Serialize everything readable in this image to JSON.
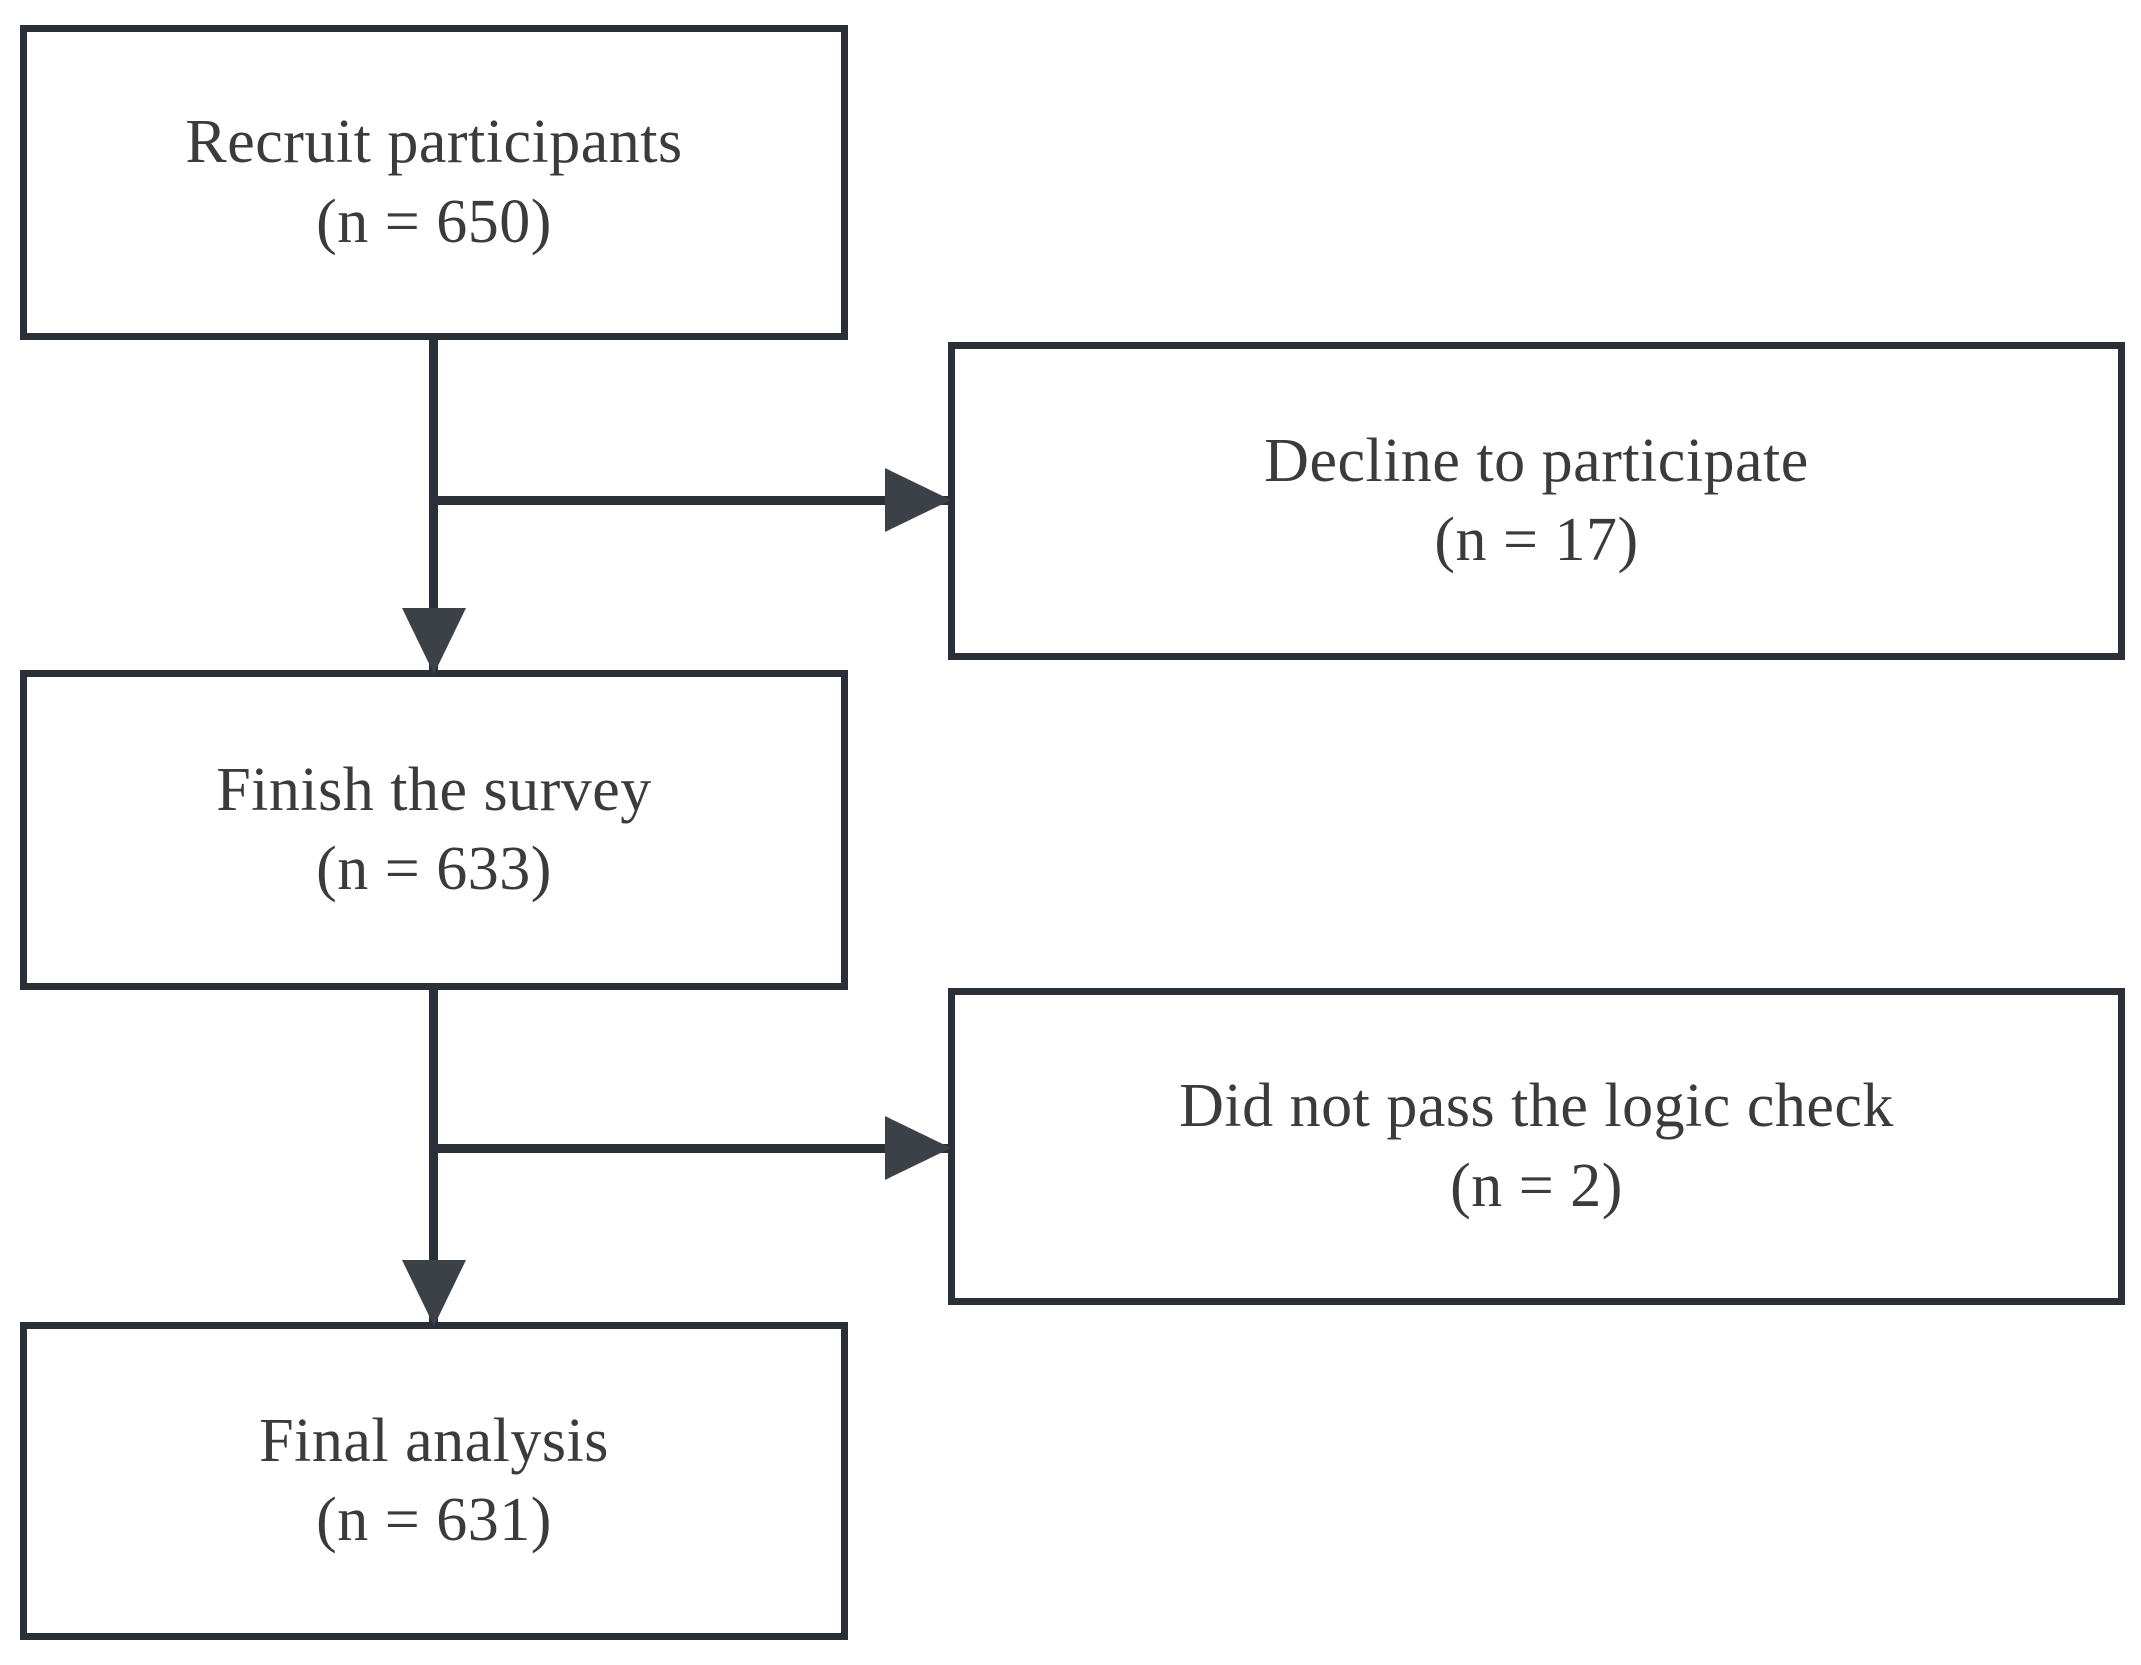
{
  "figure": {
    "type": "flowchart",
    "orientation": "top-to-bottom with right-side exclusion branches",
    "colors": {
      "box_border": "#2b3038",
      "connector": "#2b3038",
      "arrowhead": "#3c4148",
      "text": "#3b3b3b",
      "background": "#ffffff"
    }
  },
  "nodes": {
    "recruit": {
      "label": "Recruit participants",
      "count_label": "(n = 650)",
      "n": 650
    },
    "finish": {
      "label": "Finish the survey",
      "count_label": "(n = 633)",
      "n": 633
    },
    "final": {
      "label": "Final analysis",
      "count_label": "(n = 631)",
      "n": 631
    },
    "decline": {
      "label": "Decline to participate",
      "count_label": "(n = 17)",
      "n": 17
    },
    "logic": {
      "label": "Did not pass the logic check",
      "count_label": "(n = 2)",
      "n": 2
    }
  },
  "edges": [
    {
      "id": "edge1",
      "from": "recruit",
      "to": "finish",
      "direction": "down",
      "arrowhead": "down-arrow-icon"
    },
    {
      "id": "edge2",
      "from": "recruit",
      "to": "decline",
      "direction": "right",
      "arrowhead": "right-arrow-icon"
    },
    {
      "id": "edge3",
      "from": "finish",
      "to": "final",
      "direction": "down",
      "arrowhead": "down-arrow-icon"
    },
    {
      "id": "edge4",
      "from": "finish",
      "to": "logic",
      "direction": "right",
      "arrowhead": "right-arrow-icon"
    }
  ]
}
